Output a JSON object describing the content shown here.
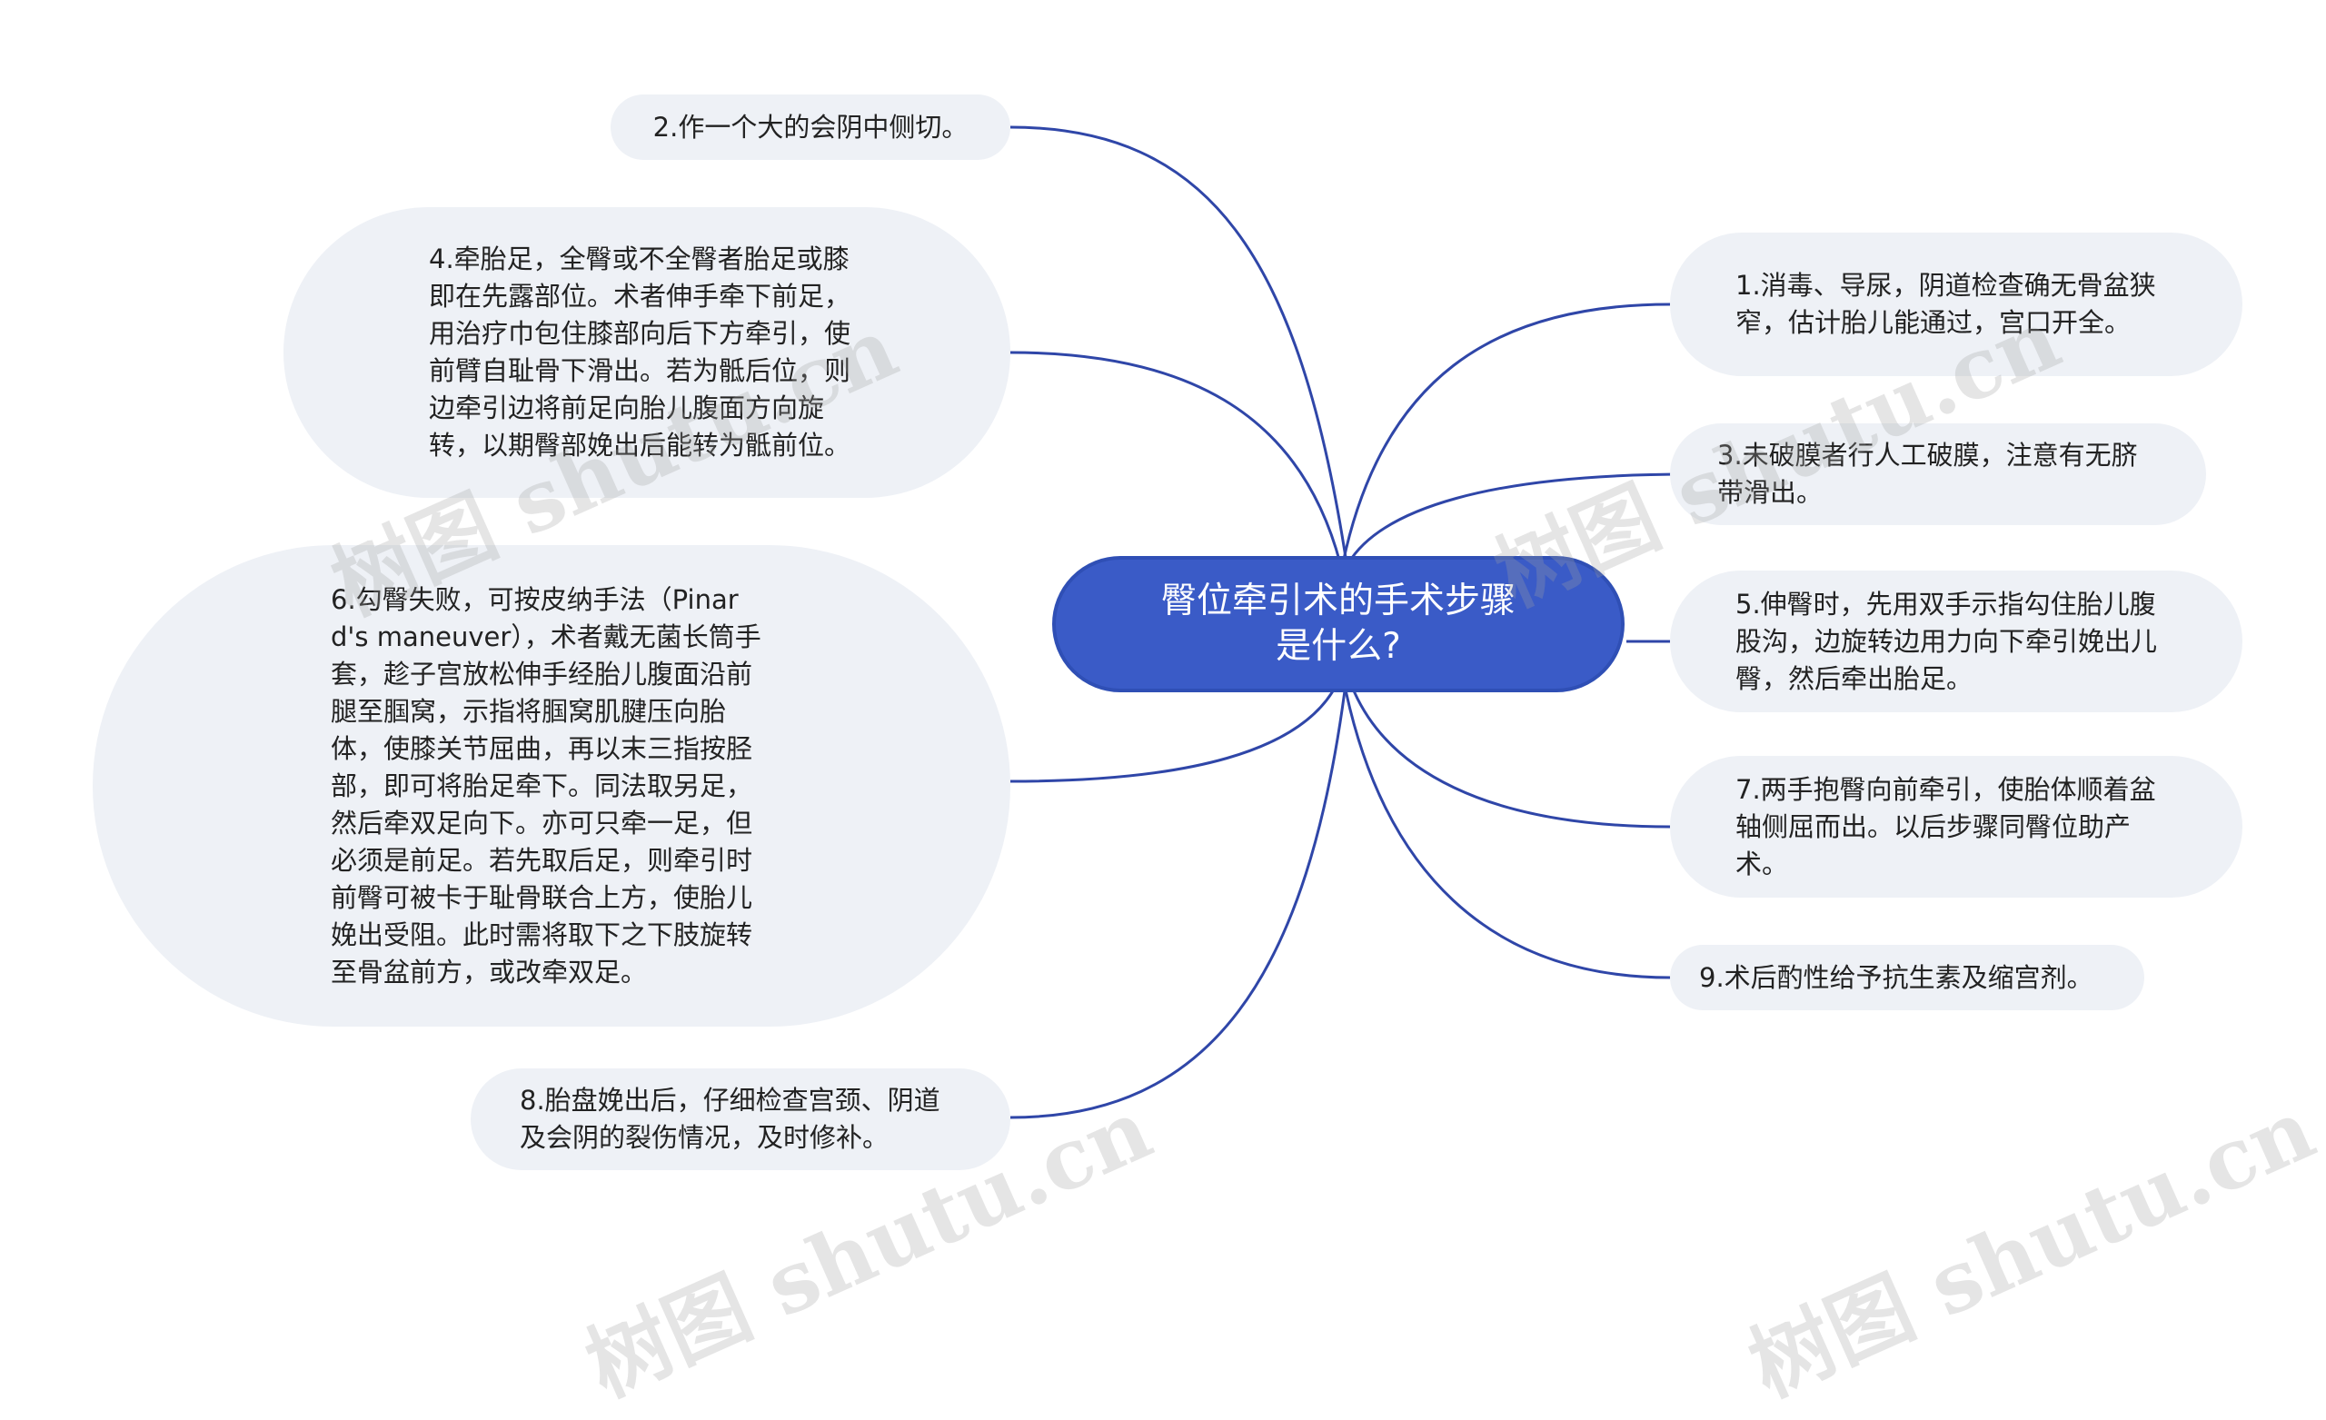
{
  "center": {
    "label": "臀位牵引术的手术步骤是什么?"
  },
  "left_nodes": [
    {
      "label": "2.作一个大的会阴中侧切。"
    },
    {
      "label": "4.牵胎足，全臀或不全臀者胎足或膝即在先露部位。术者伸手牵下前足，用治疗巾包住膝部向后下方牵引，使前臂自耻骨下滑出。若为骶后位，则边牵引边将前足向胎儿腹面方向旋转，以期臀部娩出后能转为骶前位。"
    },
    {
      "label": "6.勾臀失败，可按皮纳手法（Pinard's maneuver），术者戴无菌长筒手套，趁子宫放松伸手经胎儿腹面沿前腿至腘窝，示指将腘窝肌腱压向胎体，使膝关节屈曲，再以末三指按胫部，即可将胎足牵下。同法取另足，然后牵双足向下。亦可只牵一足，但必须是前足。若先取后足，则牵引时前臀可被卡于耻骨联合上方，使胎儿娩出受阻。此时需将取下之下肢旋转至骨盆前方，或改牵双足。"
    },
    {
      "label": "8.胎盘娩出后，仔细检查宫颈、阴道及会阴的裂伤情况，及时修补。"
    }
  ],
  "right_nodes": [
    {
      "label": "1.消毒、导尿，阴道检查确无骨盆狭窄，估计胎儿能通过，宫口开全。"
    },
    {
      "label": "3.未破膜者行人工破膜，注意有无脐带滑出。"
    },
    {
      "label": "5.伸臀时，先用双手示指勾住胎儿腹股沟，边旋转边用力向下牵引娩出儿臀，然后牵出胎足。"
    },
    {
      "label": "7.两手抱臀向前牵引，使胎体顺着盆轴侧屈而出。以后步骤同臀位助产术。"
    },
    {
      "label": "9.术后酌性给予抗生素及缩宫剂。"
    }
  ],
  "watermark": {
    "text": "树图 shutu.cn"
  },
  "colors": {
    "center_fill": "#3a5bc7",
    "node_fill": "#eef1f6",
    "link": "#2f46a8"
  }
}
